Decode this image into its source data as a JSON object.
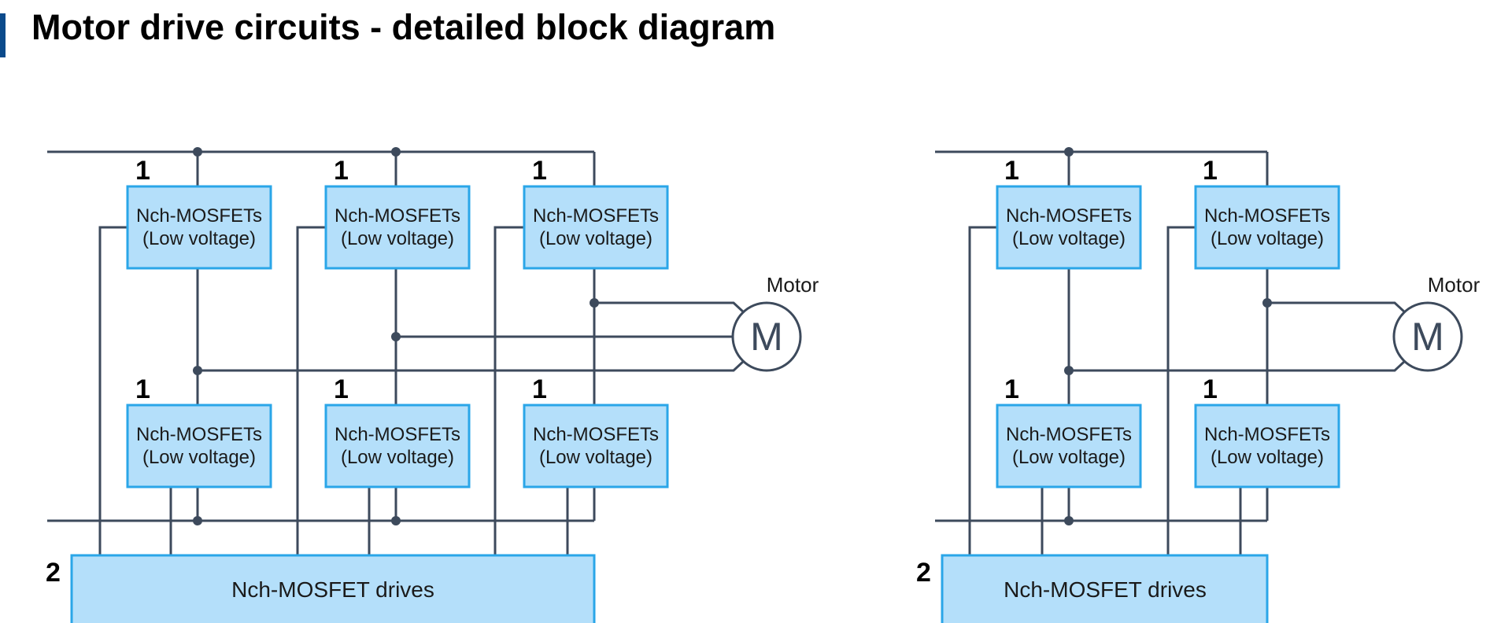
{
  "title": "Motor drive circuits - detailed block diagram",
  "colors": {
    "accent_bar": "#0b4a8b",
    "box_fill": "#b4dffa",
    "box_stroke": "#2aa6e8",
    "wire": "#3d4a5c"
  },
  "diagrams": [
    {
      "id": "three-phase",
      "mosfet_line1": "Nch-MOSFETs",
      "mosfet_line2": "(Low voltage)",
      "mosfet_number": "1",
      "drive_number": "2",
      "drive_label": "Nch-MOSFET drives",
      "motor_symbol": "M",
      "motor_label": "Motor"
    },
    {
      "id": "two-phase",
      "mosfet_line1": "Nch-MOSFETs",
      "mosfet_line2": "(Low voltage)",
      "mosfet_number": "1",
      "drive_number": "2",
      "drive_label": "Nch-MOSFET drives",
      "motor_symbol": "M",
      "motor_label": "Motor"
    }
  ]
}
